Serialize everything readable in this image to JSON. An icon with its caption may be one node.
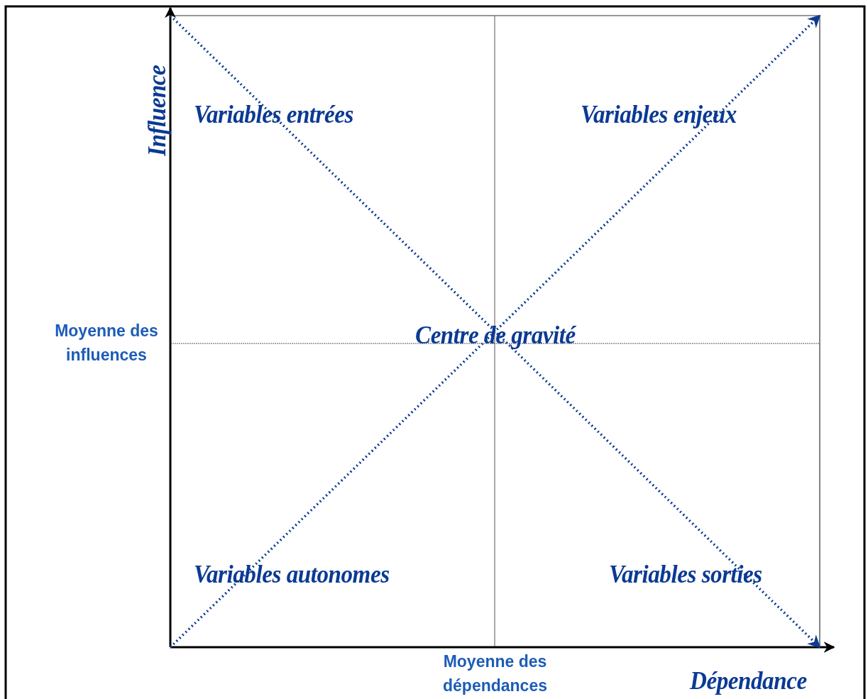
{
  "diagram": {
    "labels": [
      "Influence",
      "Variables entrées",
      "Variables enjeux",
      "Moyenne des influences",
      "Centre de gravité",
      "Variables autonomes",
      "Variables sorties",
      "Moyenne des dépendances",
      "Dépendance"
    ]
  }
}
